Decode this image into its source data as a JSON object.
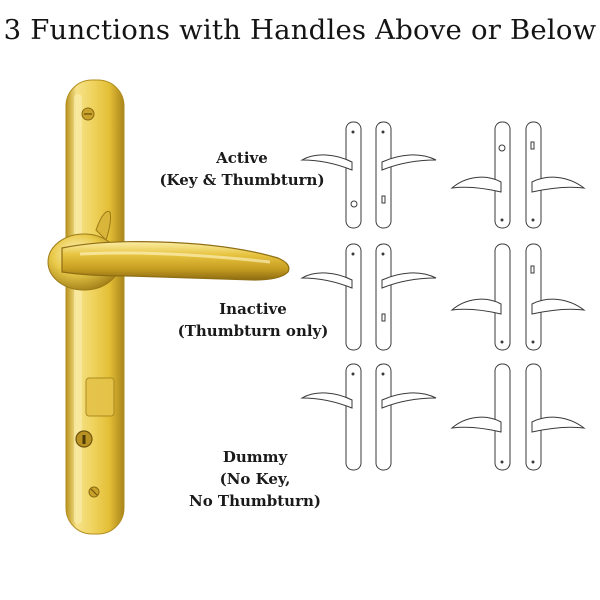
{
  "title": "3 Functions with Handles Above or Below",
  "colors": {
    "brass_light": "#f4de7a",
    "brass_mid": "#e2bd35",
    "brass_dark": "#a8841a",
    "line_art": "#3a3a3a"
  },
  "functions": [
    {
      "lines": [
        "Active",
        "(Key & Thumbturn)"
      ]
    },
    {
      "lines": [
        "Inactive",
        "(Thumbturn only)"
      ]
    },
    {
      "lines": [
        "Dummy",
        "(No Key,",
        "No Thumbturn)"
      ]
    }
  ]
}
